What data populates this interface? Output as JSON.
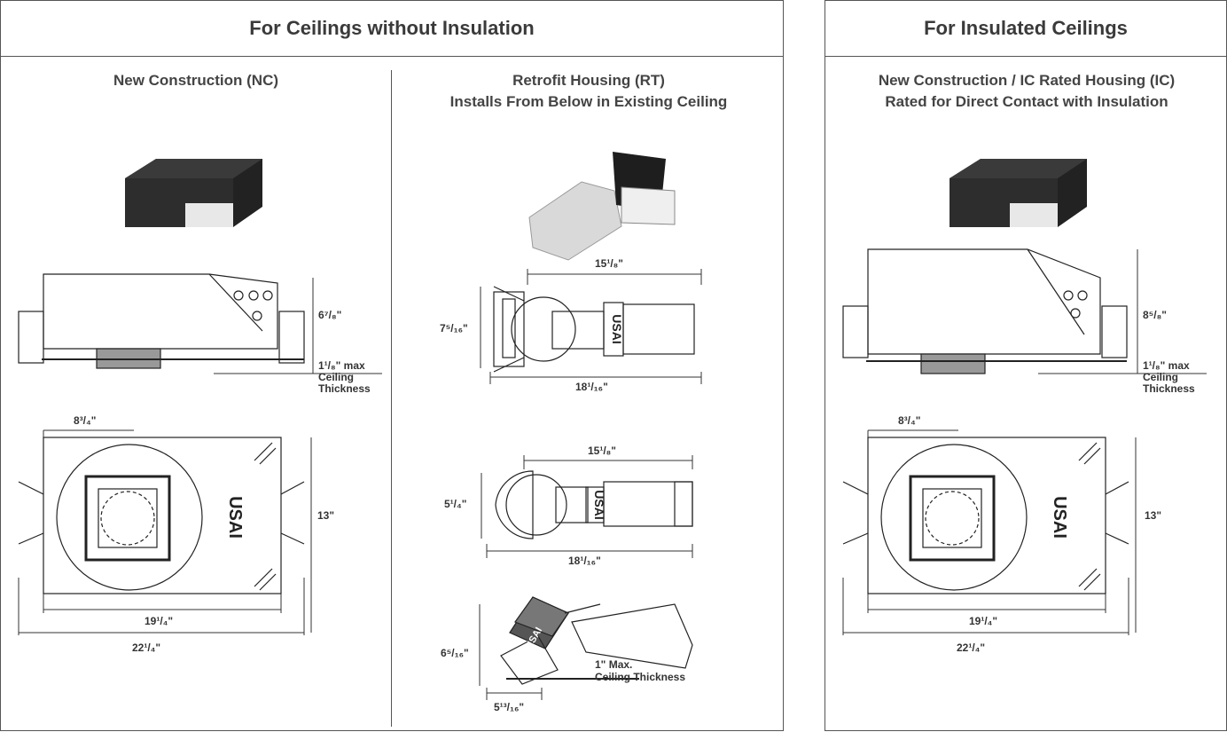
{
  "left_panel": {
    "header": "For Ceilings without Insulation",
    "nc": {
      "title": "New Construction (NC)",
      "height_dim": "6⁷/₈\"",
      "ceiling_max": "1¹/₈\" max",
      "ceiling_label_1": "Ceiling",
      "ceiling_label_2": "Thickness",
      "top_offset_dim": "8³/₄\"",
      "depth_dim": "13\"",
      "width_dim": "19¹/₄\"",
      "overall_dim": "22¹/₄\"",
      "brand": "USAI"
    },
    "rt": {
      "title_line1": "Retrofit Housing (RT)",
      "title_line2": "Installs From Below in Existing Ceiling",
      "d1_top": "15¹/₈\"",
      "d1_height": "7⁵/₁₆\"",
      "d1_bottom": "18¹/₁₆\"",
      "d2_top": "15¹/₈\"",
      "d2_height": "5¹/₄\"",
      "d2_bottom": "18¹/₁₆\"",
      "d3_height": "6⁵/₁₆\"",
      "d3_bottom": "5¹³/₁₆\"",
      "d3_note_1": "1\" Max.",
      "d3_note_2": "Ceiling Thickness",
      "brand": "USAI"
    }
  },
  "right_panel": {
    "header": "For Insulated Ceilings",
    "ic": {
      "title_line1": "New Construction / IC Rated Housing (IC)",
      "title_line2": "Rated for Direct Contact with Insulation",
      "height_dim": "8⁵/₈\"",
      "ceiling_max": "1¹/₈\" max",
      "ceiling_label_1": "Ceiling",
      "ceiling_label_2": "Thickness",
      "top_offset_dim": "8³/₄\"",
      "depth_dim": "13\"",
      "width_dim": "19¹/₄\"",
      "overall_dim": "22¹/₄\"",
      "brand": "USAI"
    }
  }
}
